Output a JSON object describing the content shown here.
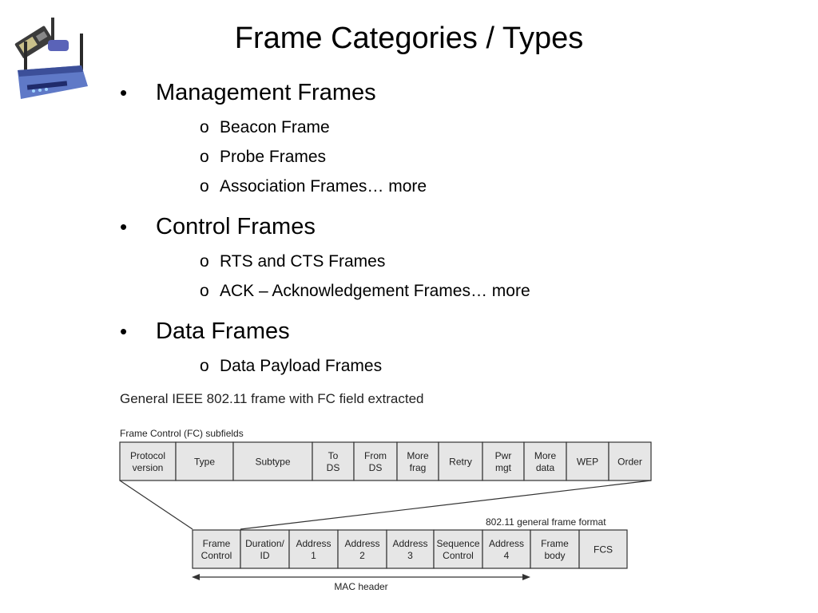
{
  "slide": {
    "title": "Frame Categories / Types",
    "sections": [
      {
        "heading": "Management Frames",
        "items": [
          "Beacon Frame",
          "Probe Frames",
          "Association Frames… more"
        ]
      },
      {
        "heading": "Control Frames",
        "items": [
          "RTS and CTS Frames",
          "ACK – Acknowledgement Frames… more"
        ]
      },
      {
        "heading": "Data Frames",
        "items": [
          "Data Payload Frames"
        ]
      }
    ],
    "bullet_glyph": "•",
    "sub_glyph": "o"
  },
  "diagram": {
    "caption": "General IEEE 802.11 frame with FC field extracted",
    "fc_label": "Frame Control (FC) subfields",
    "fc_fields": [
      [
        "Protocol",
        "version"
      ],
      [
        "Type"
      ],
      [
        "Subtype"
      ],
      [
        "To",
        "DS"
      ],
      [
        "From",
        "DS"
      ],
      [
        "More",
        "frag"
      ],
      [
        "Retry"
      ],
      [
        "Pwr",
        "mgt"
      ],
      [
        "More",
        "data"
      ],
      [
        "WEP"
      ],
      [
        "Order"
      ]
    ],
    "frame_label": "802.11 general frame format",
    "frame_fields": [
      [
        "Frame",
        "Control"
      ],
      [
        "Duration/",
        "ID"
      ],
      [
        "Address",
        "1"
      ],
      [
        "Address",
        "2"
      ],
      [
        "Address",
        "3"
      ],
      [
        "Sequence",
        "Control"
      ],
      [
        "Address",
        "4"
      ],
      [
        "Frame",
        "body"
      ],
      [
        "FCS"
      ]
    ],
    "mac_header_label": "MAC header"
  },
  "colors": {
    "cell_fill": "#e6e6e6",
    "stroke": "#333333",
    "diagram_text": "#222222"
  },
  "icon": "wireless-router-icon"
}
